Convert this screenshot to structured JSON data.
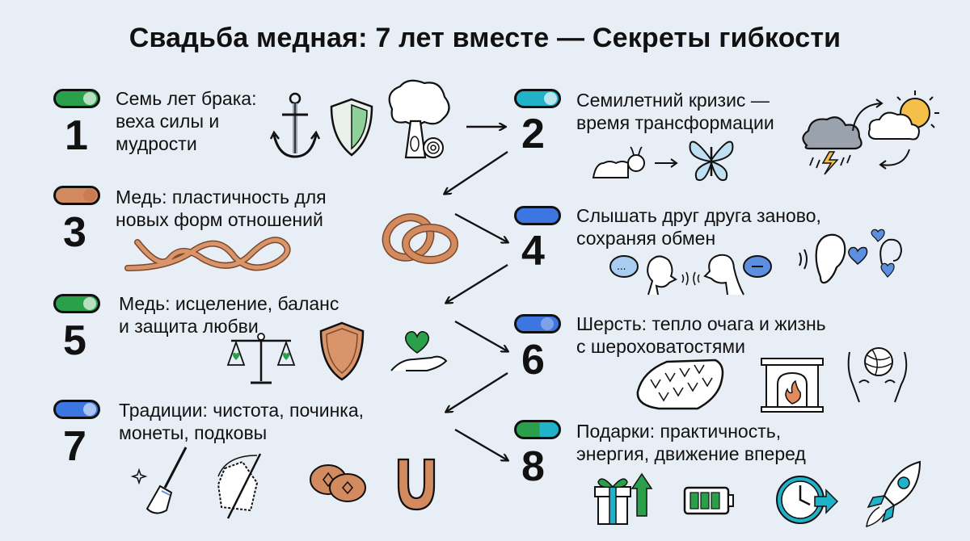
{
  "title": "Свадьба медная: 7 лет вместе — Секреты гибкости",
  "steps": [
    {
      "number": "1",
      "lines": [
        "Семь лет брака:",
        "веха силы и",
        "мудрости"
      ],
      "toggle_color": "#2aa04a",
      "knob_color": "#b7e0c0",
      "icons": [
        "anchor-icon",
        "shield-icon",
        "tree-icon"
      ]
    },
    {
      "number": "2",
      "lines": [
        "Семилетний кризис —",
        "время трансформации"
      ],
      "toggle_color": "#1fb2c9",
      "knob_color": "#b9e6ee",
      "icons": [
        "caterpillar-icon",
        "butterfly-icon",
        "storm-cloud-icon",
        "sun-cloud-icon"
      ]
    },
    {
      "number": "3",
      "lines": [
        "Медь: пластичность для",
        "новых форм отношений"
      ],
      "toggle_color": "#d38a5e",
      "knob_color": "#e3a682",
      "icons": [
        "copper-wire-icon",
        "copper-rings-icon"
      ]
    },
    {
      "number": "4",
      "lines": [
        "Слышать друг друга заново,",
        "сохраняя обмен"
      ],
      "toggle_color": "#3d76e0",
      "knob_color": "#3d76e0",
      "icons": [
        "conversation-icon",
        "ear-hearts-icon"
      ]
    },
    {
      "number": "5",
      "lines": [
        "Медь: исцеление, баланс",
        "и защита любви"
      ],
      "toggle_color": "#2aa04a",
      "knob_color": "#b7e0c0",
      "icons": [
        "scales-icon",
        "copper-shield-icon",
        "heart-hand-icon"
      ]
    },
    {
      "number": "6",
      "lines": [
        "Шерсть: тепло очага и жизнь",
        "с шероховатостями"
      ],
      "toggle_color": "#3d76e0",
      "knob_color": "#7fa2e6",
      "icons": [
        "knit-blanket-icon",
        "fireplace-icon",
        "yarn-hands-icon"
      ]
    },
    {
      "number": "7",
      "lines": [
        "Традиции: чистота, починка,",
        "монеты, подковы"
      ],
      "toggle_color": "#3d76e0",
      "knob_color": "#a9c4f2",
      "icons": [
        "broom-icon",
        "needle-patch-icon",
        "copper-coins-icon",
        "horseshoe-icon"
      ]
    },
    {
      "number": "8",
      "lines": [
        "Подарки: практичность,",
        "энергия, движение вперед"
      ],
      "toggle_color": "#2aa04a",
      "knob_color": "#1fb2c9",
      "icons": [
        "gift-arrow-icon",
        "battery-icon",
        "clock-forward-icon",
        "rocket-icon"
      ]
    }
  ],
  "colors": {
    "background": "#e8eef5",
    "text": "#111111",
    "copper": "#d38a5e",
    "green": "#2aa04a",
    "blue": "#3d76e0",
    "teal": "#1fb2c9",
    "sun": "#f5c04a"
  }
}
